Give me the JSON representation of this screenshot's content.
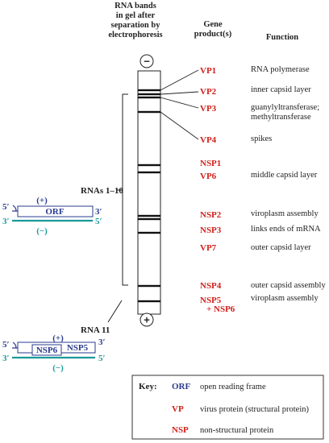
{
  "headers": {
    "bands_line1": "RNA bands",
    "bands_line2": "in gel after",
    "bands_line3": "separation by",
    "bands_line4": "electrophoresis",
    "product_line1": "Gene",
    "product_line2": "product(s)",
    "function": "Function"
  },
  "gel": {
    "top_sign": "−",
    "bottom_sign": "+"
  },
  "genes": [
    {
      "product": "VP1",
      "function": [
        "RNA polymerase"
      ]
    },
    {
      "product": "VP2",
      "function": [
        "inner capsid layer"
      ]
    },
    {
      "product": "VP3",
      "function": [
        "guanylyltransferase;",
        "methyltransferase"
      ]
    },
    {
      "product": "VP4",
      "function": [
        "spikes"
      ]
    },
    {
      "product": "NSP1",
      "function": []
    },
    {
      "product": "VP6",
      "function": [
        "middle capsid layer"
      ]
    },
    {
      "product": "NSP2",
      "function": [
        "viroplasm assembly"
      ]
    },
    {
      "product": "NSP3",
      "function": [
        "links ends of mRNA"
      ]
    },
    {
      "product": "VP7",
      "function": [
        "outer capsid layer"
      ]
    },
    {
      "product": "NSP4",
      "function": [
        "outer capsid assembly"
      ]
    },
    {
      "product": "NSP5",
      "product2": "+ NSP6",
      "function": [
        "viroplasm assembly"
      ]
    }
  ],
  "rna_group": {
    "label": "RNAs 1–10",
    "plus": "(+)",
    "minus": "(−)",
    "orf": "ORF",
    "five": "5′",
    "three": "3′"
  },
  "rna11": {
    "label": "RNA 11",
    "plus": "(+)",
    "minus": "(−)",
    "nsp6": "NSP6",
    "nsp5": "NSP5",
    "five": "5′",
    "three": "3′"
  },
  "key": {
    "title": "Key:",
    "items": [
      {
        "abbr": "ORF",
        "text": "open reading frame",
        "color": "#2a3b8f"
      },
      {
        "abbr": "VP",
        "text": "virus protein (structural protein)",
        "color": "#d0211c"
      },
      {
        "abbr": "NSP",
        "text": "non-structural protein",
        "color": "#d0211c"
      }
    ]
  },
  "colors": {
    "red": "#d0211c",
    "blue": "#2a3b8f",
    "teal": "#1a9a9a"
  }
}
